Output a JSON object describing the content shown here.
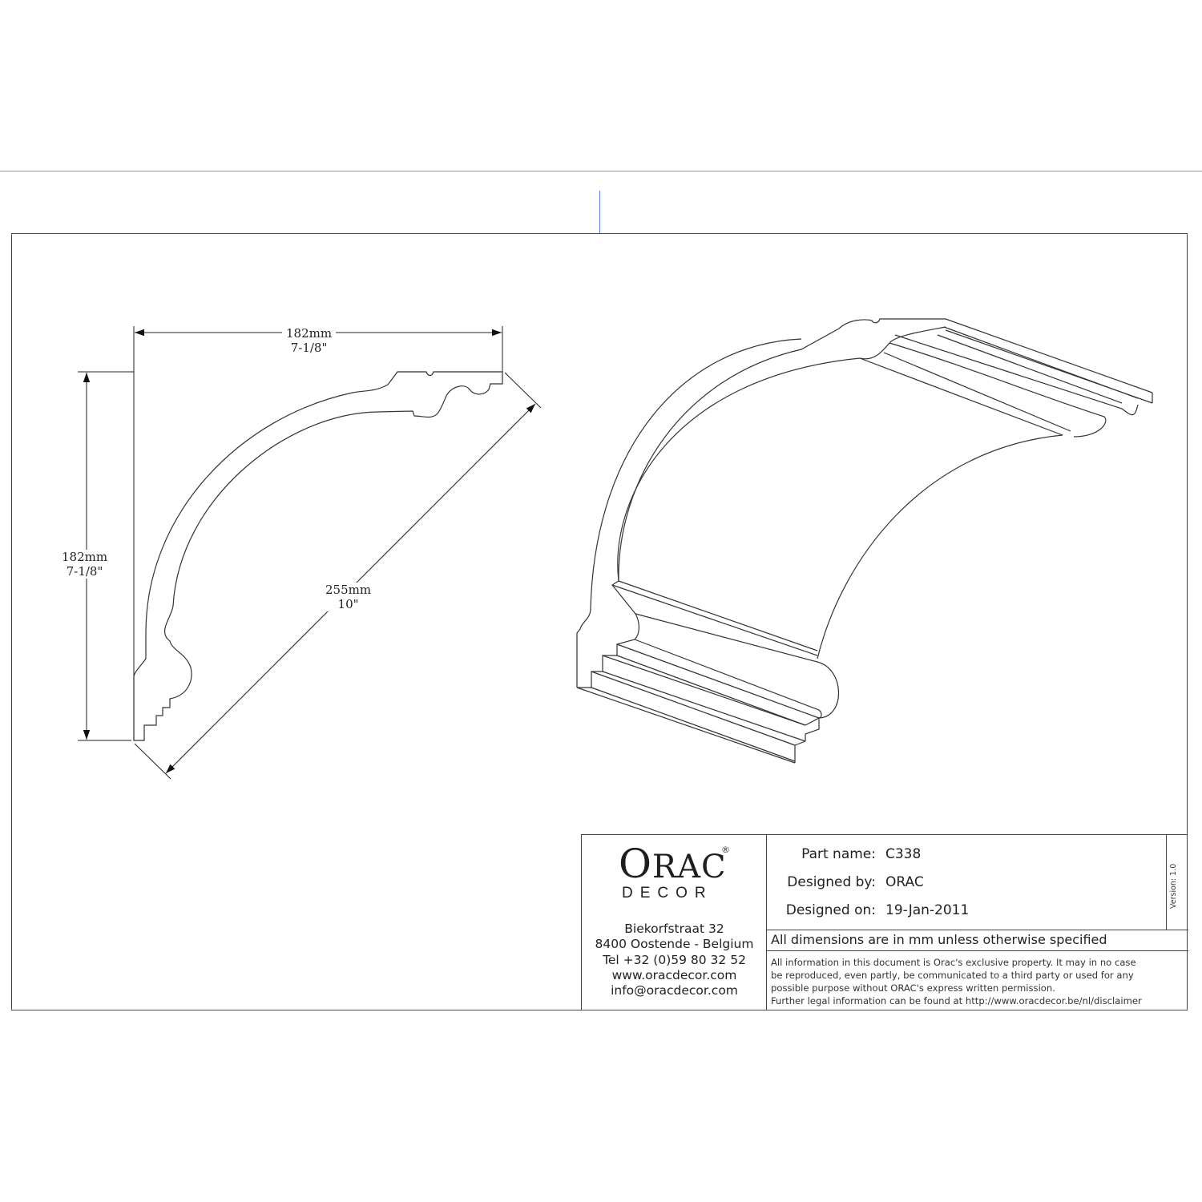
{
  "drawing": {
    "dimension_top": {
      "metric": "182mm",
      "imperial": "7-1/8\""
    },
    "dimension_left": {
      "metric": "182mm",
      "imperial": "7-1/8\""
    },
    "dimension_diagonal": {
      "metric": "255mm",
      "imperial": "10\""
    }
  },
  "title_block": {
    "logo": {
      "brand": "ORAC",
      "brand_first": "O",
      "brand_rest": "RAC",
      "registered": "®",
      "sub": "DECOR"
    },
    "address_lines": [
      "Biekorfstraat 32",
      "8400 Oostende - Belgium",
      "Tel  +32 (0)59 80 32 52",
      "www.oracdecor.com",
      "info@oracdecor.com"
    ],
    "part_name_label": "Part name:",
    "part_name": "C338",
    "designed_by_label": "Designed by:",
    "designed_by": "ORAC",
    "designed_on_label": "Designed on:",
    "designed_on": "19-Jan-2011",
    "version": "Version: 1.0",
    "dimensions_note": "All dimensions are in mm unless otherwise specified",
    "legal_lines": [
      "All information in this document is Orac's exclusive property.  It may in no case",
      "be reproduced, even partly, be communicated to a third party or used for any",
      "possible purpose without ORAC's express written permission.",
      "Further legal information can be found at http://www.oracdecor.be/nl/disclaimer"
    ]
  }
}
